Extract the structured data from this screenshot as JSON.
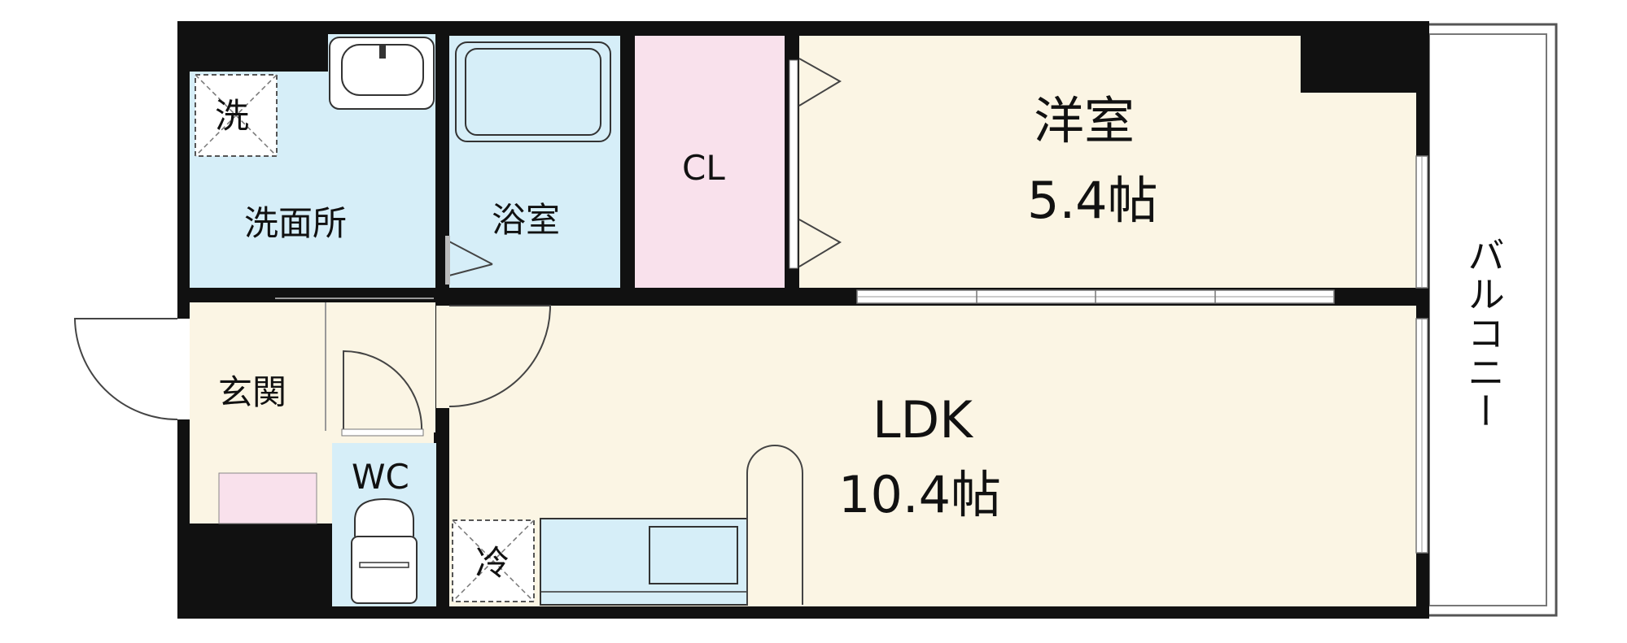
{
  "colors": {
    "wall": "#111111",
    "wet_area": "#d6eef8",
    "closet": "#f9e1ec",
    "floor": "#fbf5e4",
    "fixture_line": "#333333"
  },
  "rooms": {
    "washroom": {
      "label": "洗面所"
    },
    "washer": {
      "label": "洗"
    },
    "bath": {
      "label": "浴室"
    },
    "closet": {
      "label": "CL"
    },
    "bedroom": {
      "name": "洋室",
      "size": "5.4帖"
    },
    "entrance": {
      "label": "玄関"
    },
    "toilet": {
      "label": "WC"
    },
    "ldk": {
      "name": "LDK",
      "size": "10.4帖"
    },
    "fridge": {
      "label": "冷"
    },
    "balcony": {
      "label": "バルコニー"
    }
  }
}
